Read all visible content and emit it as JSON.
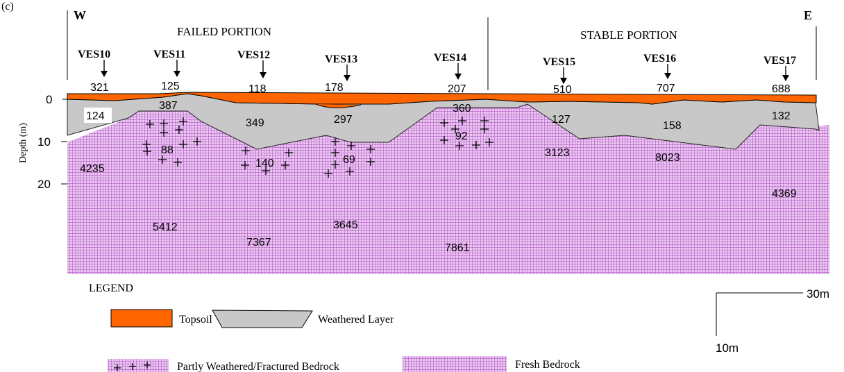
{
  "panel_label": "(c)",
  "direction": {
    "west": "W",
    "east": "E"
  },
  "sections": {
    "failed": "FAILED PORTION",
    "stable": "STABLE PORTION"
  },
  "axis": {
    "ylabel": "Depth (m)",
    "ticks": [
      "0",
      "10",
      "20"
    ]
  },
  "ves": [
    {
      "name": "VES10",
      "topsoil": "321"
    },
    {
      "name": "VES11",
      "topsoil": "125"
    },
    {
      "name": "VES12",
      "topsoil": "118"
    },
    {
      "name": "VES13",
      "topsoil": "178"
    },
    {
      "name": "VES14",
      "topsoil": "207"
    },
    {
      "name": "VES15",
      "topsoil": "510"
    },
    {
      "name": "VES16",
      "topsoil": "707"
    },
    {
      "name": "VES17",
      "topsoil": "688"
    }
  ],
  "weathered_values": [
    "124",
    "387",
    "349",
    "297",
    "360",
    "127",
    "158",
    "132"
  ],
  "fractured_values": [
    "88",
    "140",
    "69",
    "92"
  ],
  "bedrock_values": [
    "4235",
    "5412",
    "7367",
    "3645",
    "7861",
    "3123",
    "8023",
    "4369"
  ],
  "legend": {
    "title": "LEGEND",
    "topsoil": "Topsoil",
    "weathered": "Weathered Layer",
    "fractured": "Partly Weathered/Fractured Bedrock",
    "fresh": "Fresh Bedrock"
  },
  "scale": {
    "horizontal": "30m",
    "vertical": "10m"
  },
  "colors": {
    "topsoil": "#ff6600",
    "weathered": "#c8c8c8",
    "bedrock": "#e3b8ec",
    "bedrock_grid": "#b25fc7"
  }
}
